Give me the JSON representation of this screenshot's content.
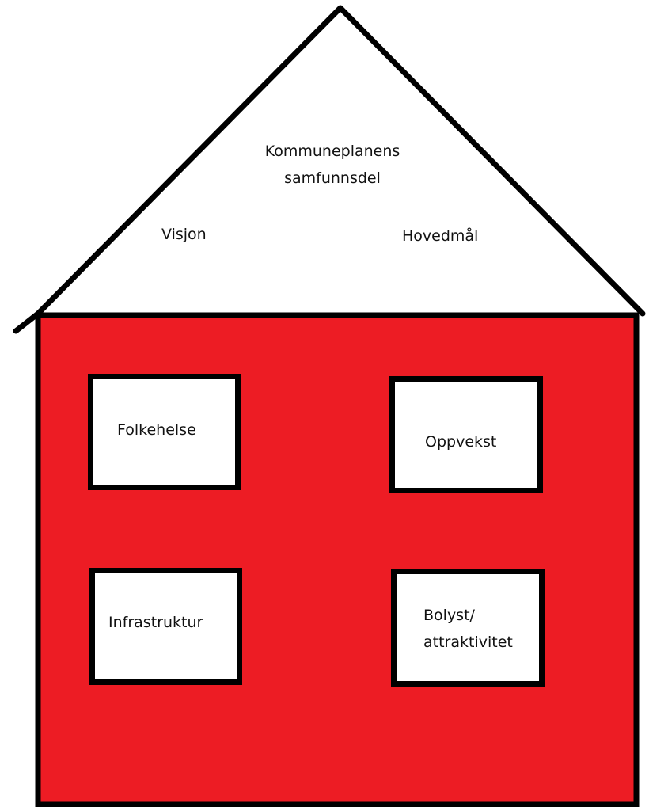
{
  "roof": {
    "title_line1": "Kommuneplanens",
    "title_line2": "samfunnsdel",
    "left_label": "Visjon",
    "right_label": "Hovedmål"
  },
  "windows": {
    "top_left": "Folkehelse",
    "top_right": "Oppvekst",
    "bottom_left": "Infrastruktur",
    "bottom_right_line1": "Bolyst/",
    "bottom_right_line2": "attraktivitet"
  },
  "colors": {
    "wall": "#ed1c24",
    "outline": "#000000",
    "window": "#ffffff"
  }
}
